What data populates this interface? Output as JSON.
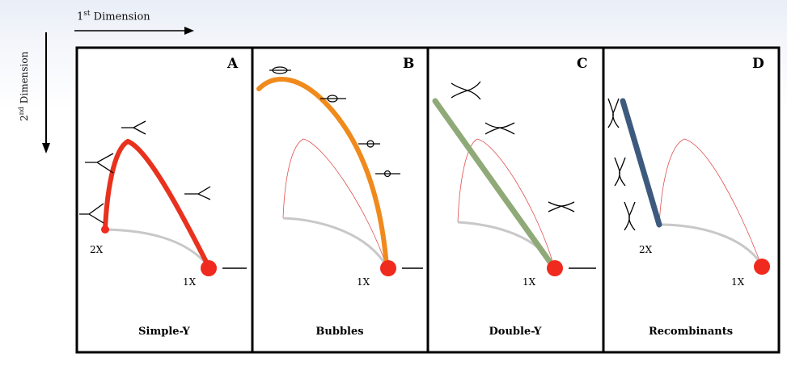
{
  "axes": {
    "first": {
      "base": "1",
      "sup": "st",
      "text": " Dimension"
    },
    "second": {
      "base": "2",
      "sup": "nd",
      "text": " Dimension"
    }
  },
  "panels": [
    {
      "letter": "A",
      "caption": "Simple-Y",
      "labels": [
        "2X",
        "1X"
      ]
    },
    {
      "letter": "B",
      "caption": "Bubbles",
      "labels": [
        "1X"
      ]
    },
    {
      "letter": "C",
      "caption": "Double-Y",
      "labels": [
        "1X"
      ]
    },
    {
      "letter": "D",
      "caption": "Recombinants",
      "labels": [
        "2X",
        "1X"
      ]
    }
  ],
  "colors": {
    "simple_y": "#e8321e",
    "bubbles": "#f08a1c",
    "double_y": "#8faa78",
    "recombinants": "#3d5a7e",
    "spot": "#f02a1e",
    "arc": "#c8c8c8",
    "faint": "#e05050"
  }
}
